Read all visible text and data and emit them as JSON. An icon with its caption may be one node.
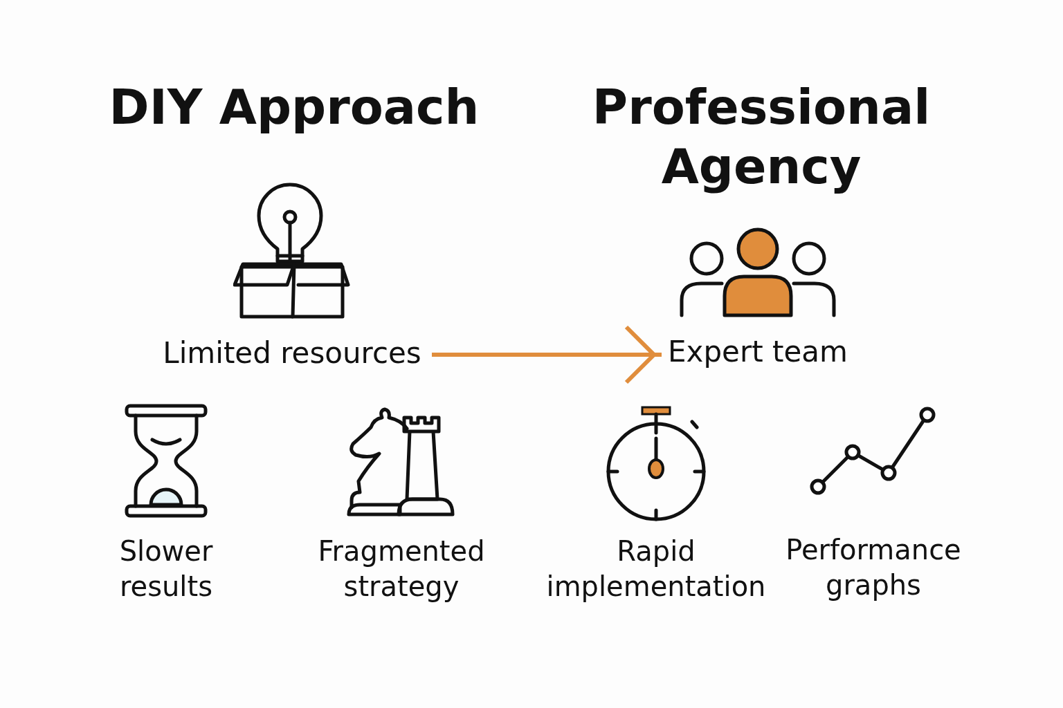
{
  "diagram": {
    "nodes": [
      {
        "text": [
          "Limited resources"
        ]
      },
      {
        "text": [
          "Slower results"
        ]
      },
      {
        "text": [
          "Fragmented strategy"
        ]
      },
      {
        "text": [
          "Expert team"
        ]
      },
      {
        "text": [
          "Rapid implementation"
        ]
      },
      {
        "text": [
          "Performance graphs"
        ]
      }
    ],
    "edges": [
      {
        "from": 0,
        "to": 3,
        "arrow": "to"
      }
    ],
    "labels": [
      "DIY Approach",
      "Professional Agency"
    ]
  }
}
